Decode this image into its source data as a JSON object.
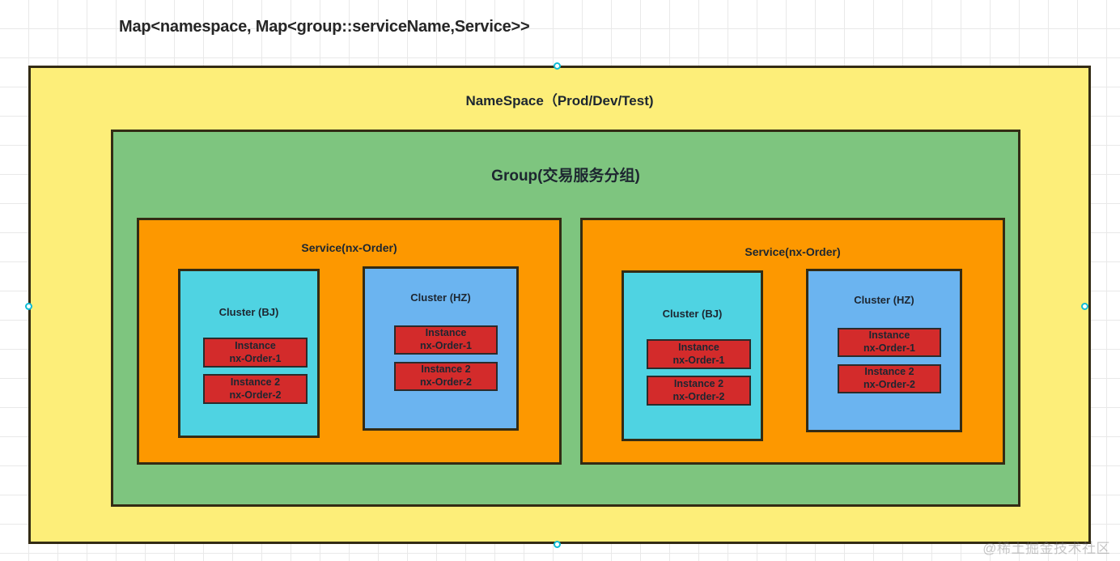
{
  "diagram": {
    "title": "Map<namespace, Map<group::serviceName,Service>>",
    "watermark": "@稀土掘金技术社区"
  },
  "namespace": {
    "label": "NameSpace（Prod/Dev/Test)",
    "color": "#fdee79"
  },
  "group": {
    "label": "Group(交易服务分组)",
    "color": "#7ec57f"
  },
  "services": [
    {
      "label": "Service(nx-Order)",
      "color": "#fd9800",
      "clusters": [
        {
          "label": "Cluster (BJ)",
          "color": "#4fd3e2",
          "instances": [
            {
              "line1": "Instance",
              "line2": "nx-Order-1"
            },
            {
              "line1": "Instance 2",
              "line2": "nx-Order-2"
            }
          ]
        },
        {
          "label": "Cluster (HZ)",
          "color": "#6bb4f0",
          "instances": [
            {
              "line1": "Instance",
              "line2": "nx-Order-1"
            },
            {
              "line1": "Instance 2",
              "line2": "nx-Order-2"
            }
          ]
        }
      ]
    },
    {
      "label": "Service(nx-Order)",
      "color": "#fd9800",
      "clusters": [
        {
          "label": "Cluster (BJ)",
          "color": "#4fd3e2",
          "instances": [
            {
              "line1": "Instance",
              "line2": "nx-Order-1"
            },
            {
              "line1": "Instance 2",
              "line2": "nx-Order-2"
            }
          ]
        },
        {
          "label": "Cluster (HZ)",
          "color": "#6bb4f0",
          "instances": [
            {
              "line1": "Instance",
              "line2": "nx-Order-1"
            },
            {
              "line1": "Instance 2",
              "line2": "nx-Order-2"
            }
          ]
        }
      ]
    }
  ],
  "selection": {
    "handle_color": "#10bcd4",
    "handles": [
      "top",
      "right",
      "bottom",
      "left"
    ]
  }
}
